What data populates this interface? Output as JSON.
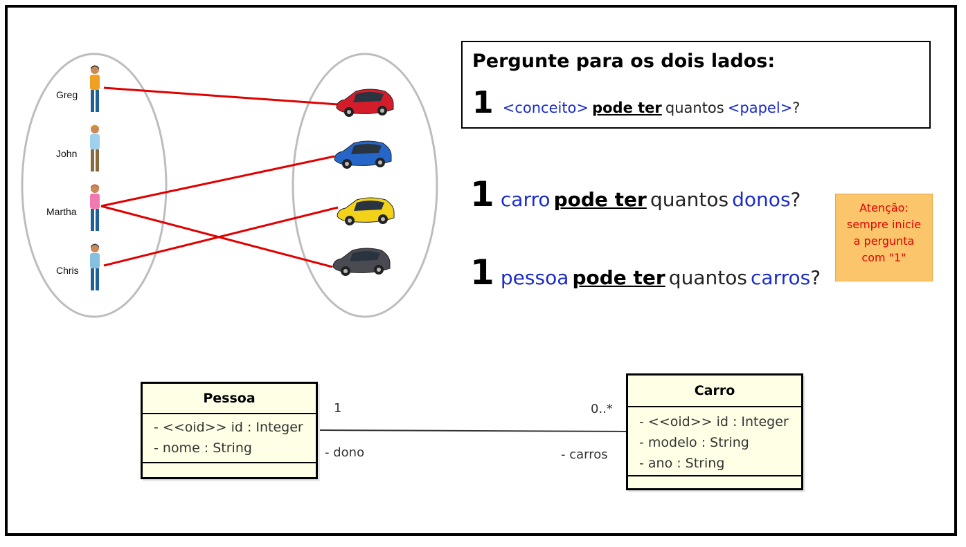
{
  "people": [
    {
      "name": "Greg",
      "shirt": "#f0a020",
      "pants": "#1f5f9a",
      "hair": "#222222"
    },
    {
      "name": "John",
      "shirt": "#9fd0ee",
      "pants": "#8a6a3a",
      "hair": "#e0a020"
    },
    {
      "name": "Martha",
      "shirt": "#f07ab0",
      "pants": "#1f5f9a",
      "hair": "#c0502a"
    },
    {
      "name": "Chris",
      "shirt": "#86c0e0",
      "pants": "#1f5f9a",
      "hair": "#3a3a3a"
    }
  ],
  "cars": [
    {
      "color": "#d41c2a"
    },
    {
      "color": "#2566c8"
    },
    {
      "color": "#f2d21a"
    },
    {
      "color": "#4a4a52"
    }
  ],
  "link_color": "#e00000",
  "question_box": {
    "title": "Pergunte para os dois lados:",
    "line": {
      "one": "1",
      "concept": "<conceito>",
      "can_have": "pode ter",
      "how_many": "quantos",
      "role": "<papel>",
      "qmark": "?"
    }
  },
  "questions": [
    {
      "one": "1",
      "subject": "carro",
      "can_have": "pode ter",
      "how_many": "quantos",
      "object": "donos",
      "qmark": "?"
    },
    {
      "one": "1",
      "subject": "pessoa",
      "can_have": "pode ter",
      "how_many": "quantos",
      "object": "carros",
      "qmark": "?"
    }
  ],
  "note": {
    "lines": [
      "Atenção:",
      "sempre inicie",
      "a pergunta",
      "com \"1\""
    ]
  },
  "uml": {
    "pessoa": {
      "name": "Pessoa",
      "attributes": [
        "- <<oid>> id : Integer",
        "- nome : String"
      ]
    },
    "carro": {
      "name": "Carro",
      "attributes": [
        "- <<oid>> id : Integer",
        "- modelo : String",
        "- ano : String"
      ]
    },
    "association": {
      "left_mult": "1",
      "right_mult": "0..*",
      "left_role": "- dono",
      "right_role": "- carros"
    }
  }
}
